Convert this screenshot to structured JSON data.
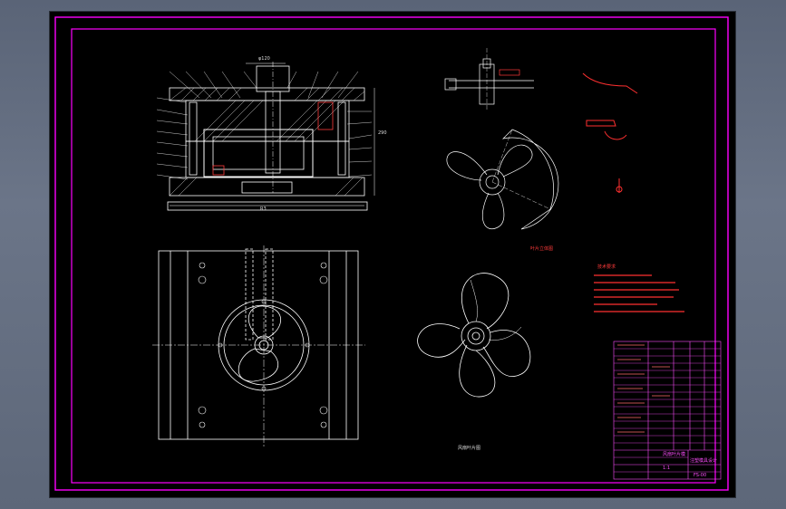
{
  "sheet": {
    "frame_color": "#ff00ff",
    "line_color": "#ffffff",
    "annotation_color": "#ff2020",
    "background": "#000000"
  },
  "section_view": {
    "top_dimension": "φ120",
    "right_dimension": "290",
    "bottom_dimension": "R3"
  },
  "front_view_caption": "风扇叶片图",
  "red_caption": "叶片立体图",
  "technical_requirements_title": "技术要求",
  "title_block": {
    "drawing_name": "风扇叶片模",
    "scale": "1:1",
    "sheet_number": "FS-00",
    "company": "注塑模具设计"
  }
}
